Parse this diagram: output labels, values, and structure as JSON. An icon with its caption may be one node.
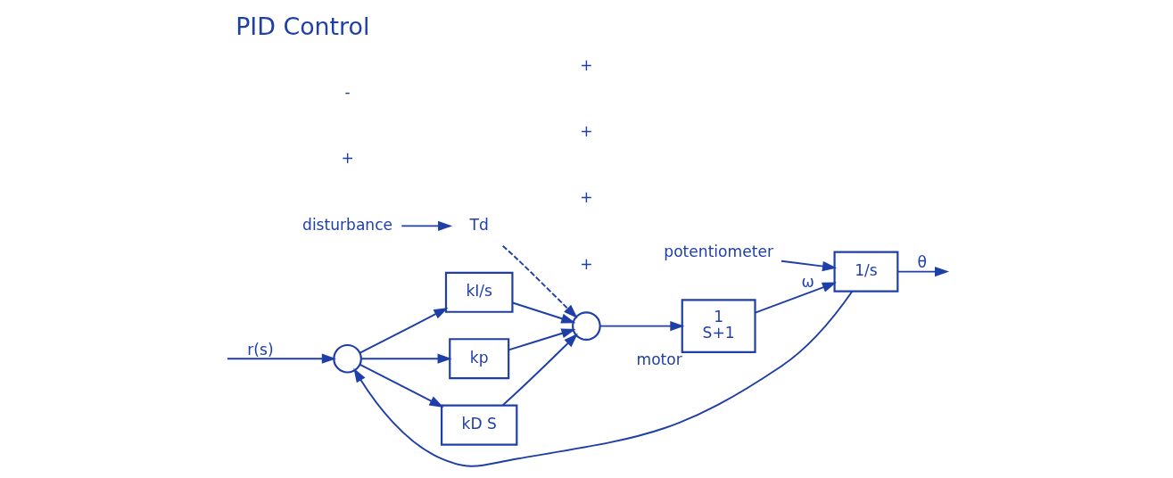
{
  "diagram": {
    "title": "PID Control",
    "nodes": [
      {
        "text": [],
        "shape": "circle"
      },
      {
        "text": [
          "kI/s"
        ]
      },
      {
        "text": [
          "kp"
        ]
      },
      {
        "text": [
          "kD S"
        ]
      },
      {
        "text": [],
        "shape": "circle"
      },
      {
        "text": [
          "1",
          "S+1"
        ],
        "beside": [
          "motor"
        ]
      },
      {
        "text": [
          "1/s"
        ]
      },
      {
        "text": [
          "Td"
        ]
      },
      {
        "text": [
          "disturbance"
        ]
      },
      {
        "text": [
          "potentiometer"
        ]
      }
    ],
    "edges": [
      {
        "from": null,
        "to": 0,
        "arrow": "to",
        "label": "r(s)"
      },
      {
        "from": 0,
        "to": 1,
        "arrow": "to"
      },
      {
        "from": 0,
        "to": 2,
        "arrow": "to"
      },
      {
        "from": 0,
        "to": 3,
        "arrow": "to"
      },
      {
        "from": 1,
        "to": 4,
        "arrow": "to"
      },
      {
        "from": 2,
        "to": 4,
        "arrow": "to"
      },
      {
        "from": 3,
        "to": 4,
        "arrow": "to"
      },
      {
        "from": 4,
        "to": 5,
        "arrow": "to"
      },
      {
        "from": 5,
        "to": 6,
        "arrow": "to",
        "label": "ω"
      },
      {
        "from": 6,
        "to": null,
        "arrow": "to",
        "label": "θ"
      },
      {
        "from": 6,
        "to": 0,
        "arrow": "to"
      },
      {
        "from": 7,
        "to": 4,
        "arrow": "to",
        "style": "dashed"
      },
      {
        "from": 8,
        "to": 7,
        "arrow": "to"
      },
      {
        "from": 9,
        "to": 6,
        "arrow": "to"
      }
    ],
    "labels": [
      "+",
      "-",
      "+",
      "+",
      "+",
      "+"
    ]
  }
}
